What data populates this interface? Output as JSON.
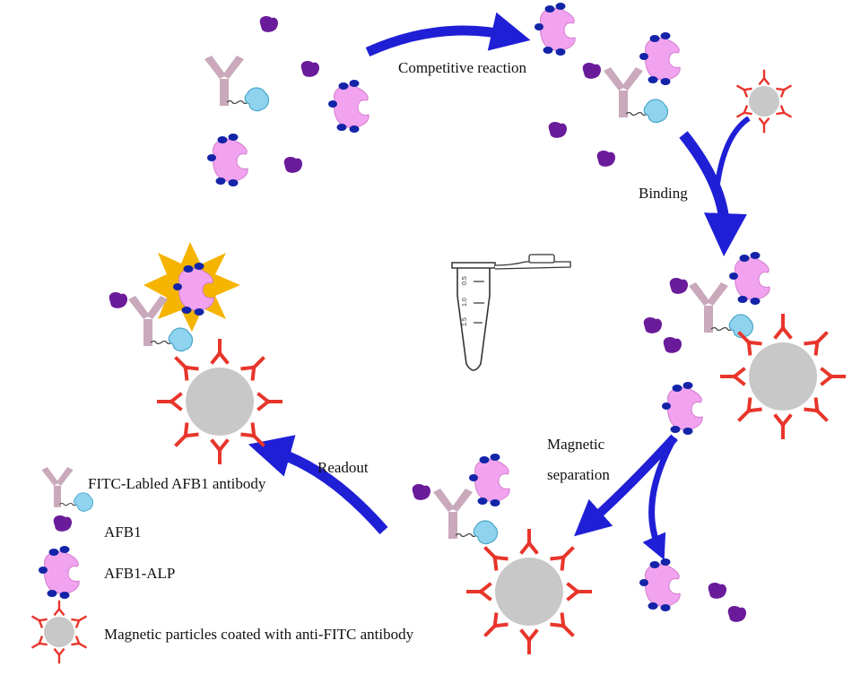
{
  "steps": {
    "competitive": "Competitive  reaction",
    "binding": "Binding",
    "magnetic_line1": "Magnetic",
    "magnetic_line2": "separation",
    "readout": "Readout"
  },
  "legend": {
    "antibody": "FITC-Labled AFB1 antibody",
    "afb1": "AFB1",
    "afb1_alp": "AFB1-ALP",
    "particles": "Magnetic particles coated with anti-FITC antibody"
  },
  "tube_marks": [
    "0.5",
    "1.0",
    "1.5"
  ],
  "colors": {
    "arrow": "#1f1fd6",
    "afb1": "#6a1b9a",
    "alp": "#f2a3ef",
    "alp_dots": "#1424a8",
    "antibody": "#c9a9bb",
    "fitc": "#8fd3ee",
    "particle": "#c8c8c8",
    "anti_fitc": "#e8352b",
    "flash": "#f5b400"
  }
}
